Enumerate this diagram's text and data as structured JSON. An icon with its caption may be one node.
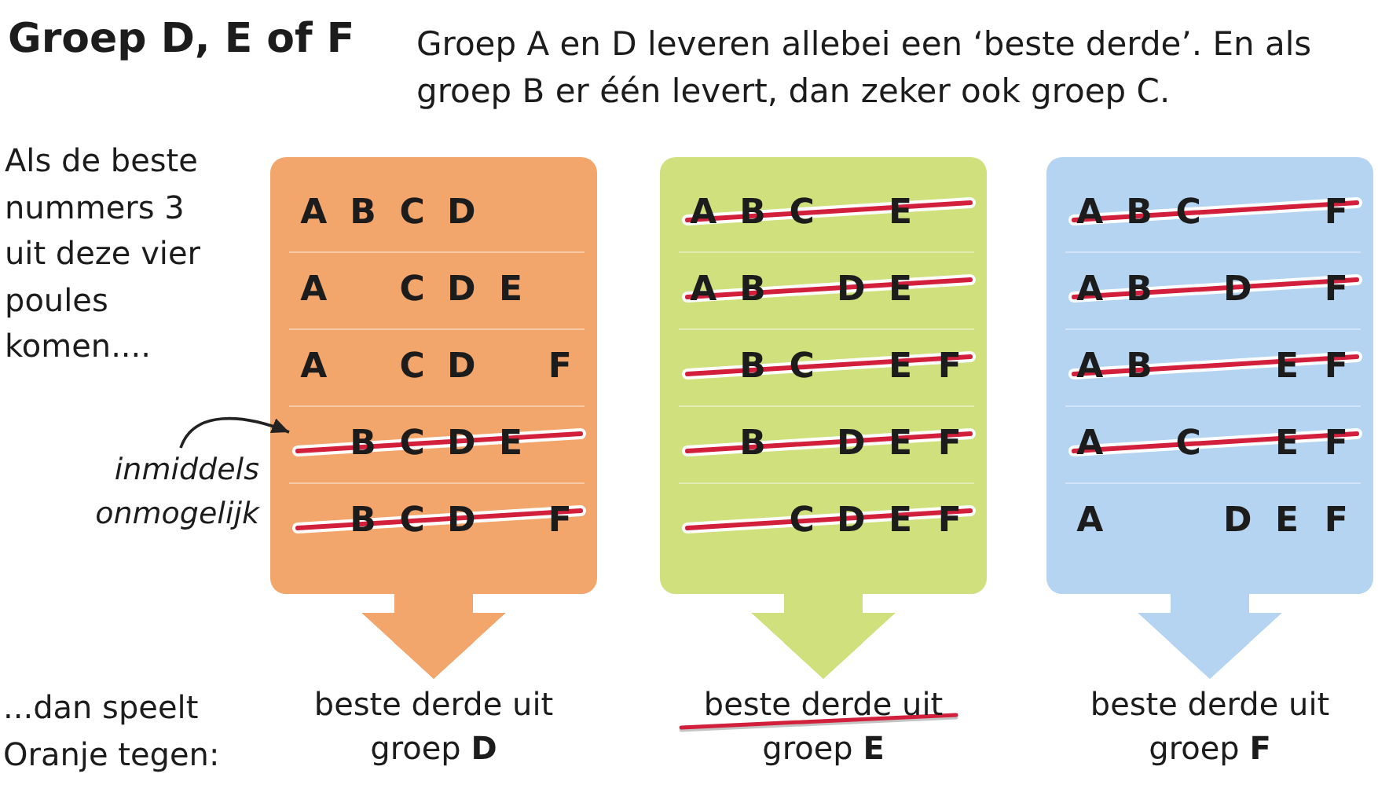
{
  "diagram": {
    "title": "Groep D, E of F",
    "nodes": [
      {
        "text": [
          "inmiddels onmogelijk"
        ]
      },
      {
        "text": [],
        "shape": "box"
      },
      {
        "text": [
          "A",
          "B",
          "C",
          "D"
        ],
        "in": 1
      },
      {
        "text": [
          "A",
          "C",
          "D",
          "E"
        ],
        "in": 1
      },
      {
        "text": [
          "A",
          "C",
          "D",
          "F"
        ],
        "in": 1
      },
      {
        "text": [
          "B",
          "C",
          "D",
          "E"
        ],
        "in": 1
      },
      {
        "text": [
          "B",
          "C",
          "D",
          "F"
        ],
        "in": 1
      },
      {
        "text": [],
        "shape": "box"
      },
      {
        "text": [
          "A",
          "B",
          "C",
          "E"
        ],
        "in": 7
      },
      {
        "text": [
          "A",
          "B",
          "D",
          "E"
        ],
        "in": 7
      },
      {
        "text": [
          "B",
          "C",
          "E",
          "F"
        ],
        "in": 7
      },
      {
        "text": [
          "B",
          "D",
          "E",
          "F"
        ],
        "in": 7
      },
      {
        "text": [
          "C",
          "D",
          "E",
          "F"
        ],
        "in": 7
      },
      {
        "text": [],
        "shape": "box"
      },
      {
        "text": [
          "A",
          "B",
          "C",
          "F"
        ],
        "in": 13
      },
      {
        "text": [
          "A",
          "B",
          "D",
          "F"
        ],
        "in": 13
      },
      {
        "text": [
          "A",
          "B",
          "E",
          "F"
        ],
        "in": 13
      },
      {
        "text": [
          "A",
          "C",
          "E",
          "F"
        ],
        "in": 13
      },
      {
        "text": [
          "A",
          "D",
          "E",
          "F"
        ],
        "in": 13
      },
      {
        "text": [
          "beste derde uit groep **D**"
        ]
      },
      {
        "text": [
          "beste derde uit groep **E**"
        ]
      },
      {
        "text": [
          "beste derde uit groep **F**"
        ]
      }
    ],
    "edges": [
      {
        "from": 0,
        "to": 5,
        "arrow": "to"
      },
      {
        "from": 1,
        "to": 19,
        "arrow": "to",
        "color": "#f3a66c"
      },
      {
        "from": 7,
        "to": 20,
        "arrow": "to",
        "color": "#cfe07c"
      },
      {
        "from": 13,
        "to": 21,
        "arrow": "to",
        "color": "#b5d4f2"
      }
    ],
    "labels": [
      "Groep A en D leveren allebei een ‘beste derde’. En als groep B er één levert, dan zeker ook groep C.",
      "Als de beste nummers 3 uit deze vier poules komen....",
      "...dan speelt Oranje tegen:"
    ]
  }
}
